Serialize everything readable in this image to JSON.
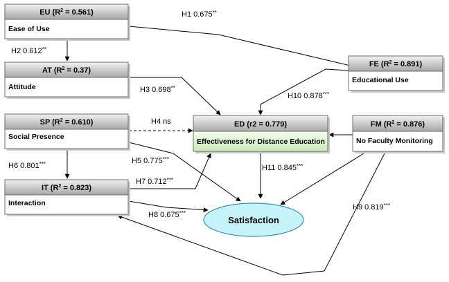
{
  "nodes": {
    "eu": {
      "head": "EU (R",
      "r2": "2",
      "head_tail": " = 0.561)",
      "body": "Ease of Use"
    },
    "at": {
      "head": "AT (R",
      "r2": "2",
      "head_tail": " = 0.37)",
      "body": "Attitude"
    },
    "sp": {
      "head": "SP (R",
      "r2": "2",
      "head_tail": " = 0.610)",
      "body": "Social Presence"
    },
    "it": {
      "head": "IT (R",
      "r2": "2",
      "head_tail": " = 0.823)",
      "body": "Interaction"
    },
    "fe": {
      "head": "FE (R",
      "r2": "2",
      "head_tail": " = 0.891)",
      "body": "Educational Use"
    },
    "ed": {
      "head": "ED (r2 = 0.779)",
      "body": "Effectiveness for Distance Education"
    },
    "fm": {
      "head": "FM (R",
      "r2": "2",
      "head_tail": " = 0.876)",
      "body": "No Faculty Monitoring"
    },
    "sat": {
      "label": "Satisfaction"
    }
  },
  "hypotheses": {
    "h1": {
      "label": "H1 0.675",
      "stars": "**"
    },
    "h2": {
      "label": "H2 0.612",
      "stars": "**"
    },
    "h3": {
      "label": "H3 0.698",
      "stars": "**"
    },
    "h4": {
      "label": "H4 ns",
      "stars": ""
    },
    "h5": {
      "label": "H5 0.775",
      "stars": "***"
    },
    "h6": {
      "label": "H6 0.801",
      "stars": "***"
    },
    "h7": {
      "label": "H7 0.712",
      "stars": "***"
    },
    "h8": {
      "label": "H8 0.675",
      "stars": "***"
    },
    "h9": {
      "label": "H9 0.819",
      "stars": "***"
    },
    "h10": {
      "label": "H10 0.878",
      "stars": "***"
    },
    "h11": {
      "label": "H11 0.845",
      "stars": "***"
    }
  },
  "colors": {
    "head_top": "#f2f2f2",
    "head_bottom": "#a6a6a6",
    "green_top": "#f3fbee",
    "green_bottom": "#c9eab7",
    "ellipse_fill": "#c6f4fb",
    "ellipse_stroke": "#3b8fb0"
  }
}
